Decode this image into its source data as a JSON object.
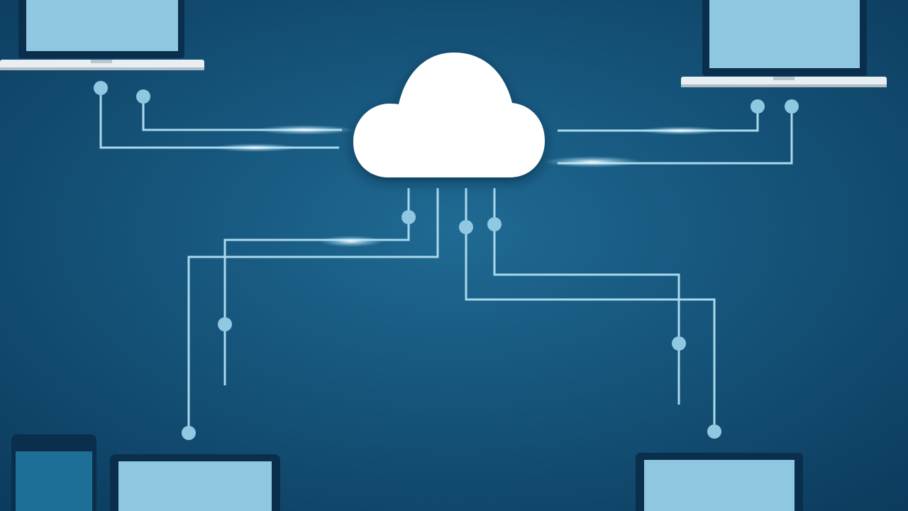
{
  "colors": {
    "background_center": "#1f6a93",
    "background_edge": "#0b3a5c",
    "line": "#a9d9ec",
    "node": "#8fc8e0",
    "screen": "#8fc6e0",
    "device_frame": "#0a2f4c",
    "laptop_base": "#e8eef2",
    "cloud": "#ffffff",
    "glow": "#e6f7ff"
  },
  "nodes": {
    "cloud": {
      "icon": "cloud-icon"
    },
    "devices": [
      {
        "id": "laptop-top-left",
        "icon": "laptop-icon"
      },
      {
        "id": "laptop-top-right",
        "icon": "laptop-icon"
      },
      {
        "id": "phone-bottom-left",
        "icon": "smartphone-icon"
      },
      {
        "id": "tablet-bottom-left",
        "icon": "tablet-icon"
      },
      {
        "id": "tablet-bottom-right",
        "icon": "tablet-icon"
      }
    ]
  },
  "edges": [
    {
      "from": "laptop-top-left",
      "to": "cloud"
    },
    {
      "from": "laptop-top-left",
      "to": "cloud"
    },
    {
      "from": "laptop-top-right",
      "to": "cloud"
    },
    {
      "from": "laptop-top-right",
      "to": "cloud"
    },
    {
      "from": "cloud",
      "to": "tablet-bottom-left"
    },
    {
      "from": "cloud",
      "to": "phone-bottom-left"
    },
    {
      "from": "cloud",
      "to": "tablet-bottom-right"
    },
    {
      "from": "cloud",
      "to": "tablet-bottom-right"
    }
  ]
}
